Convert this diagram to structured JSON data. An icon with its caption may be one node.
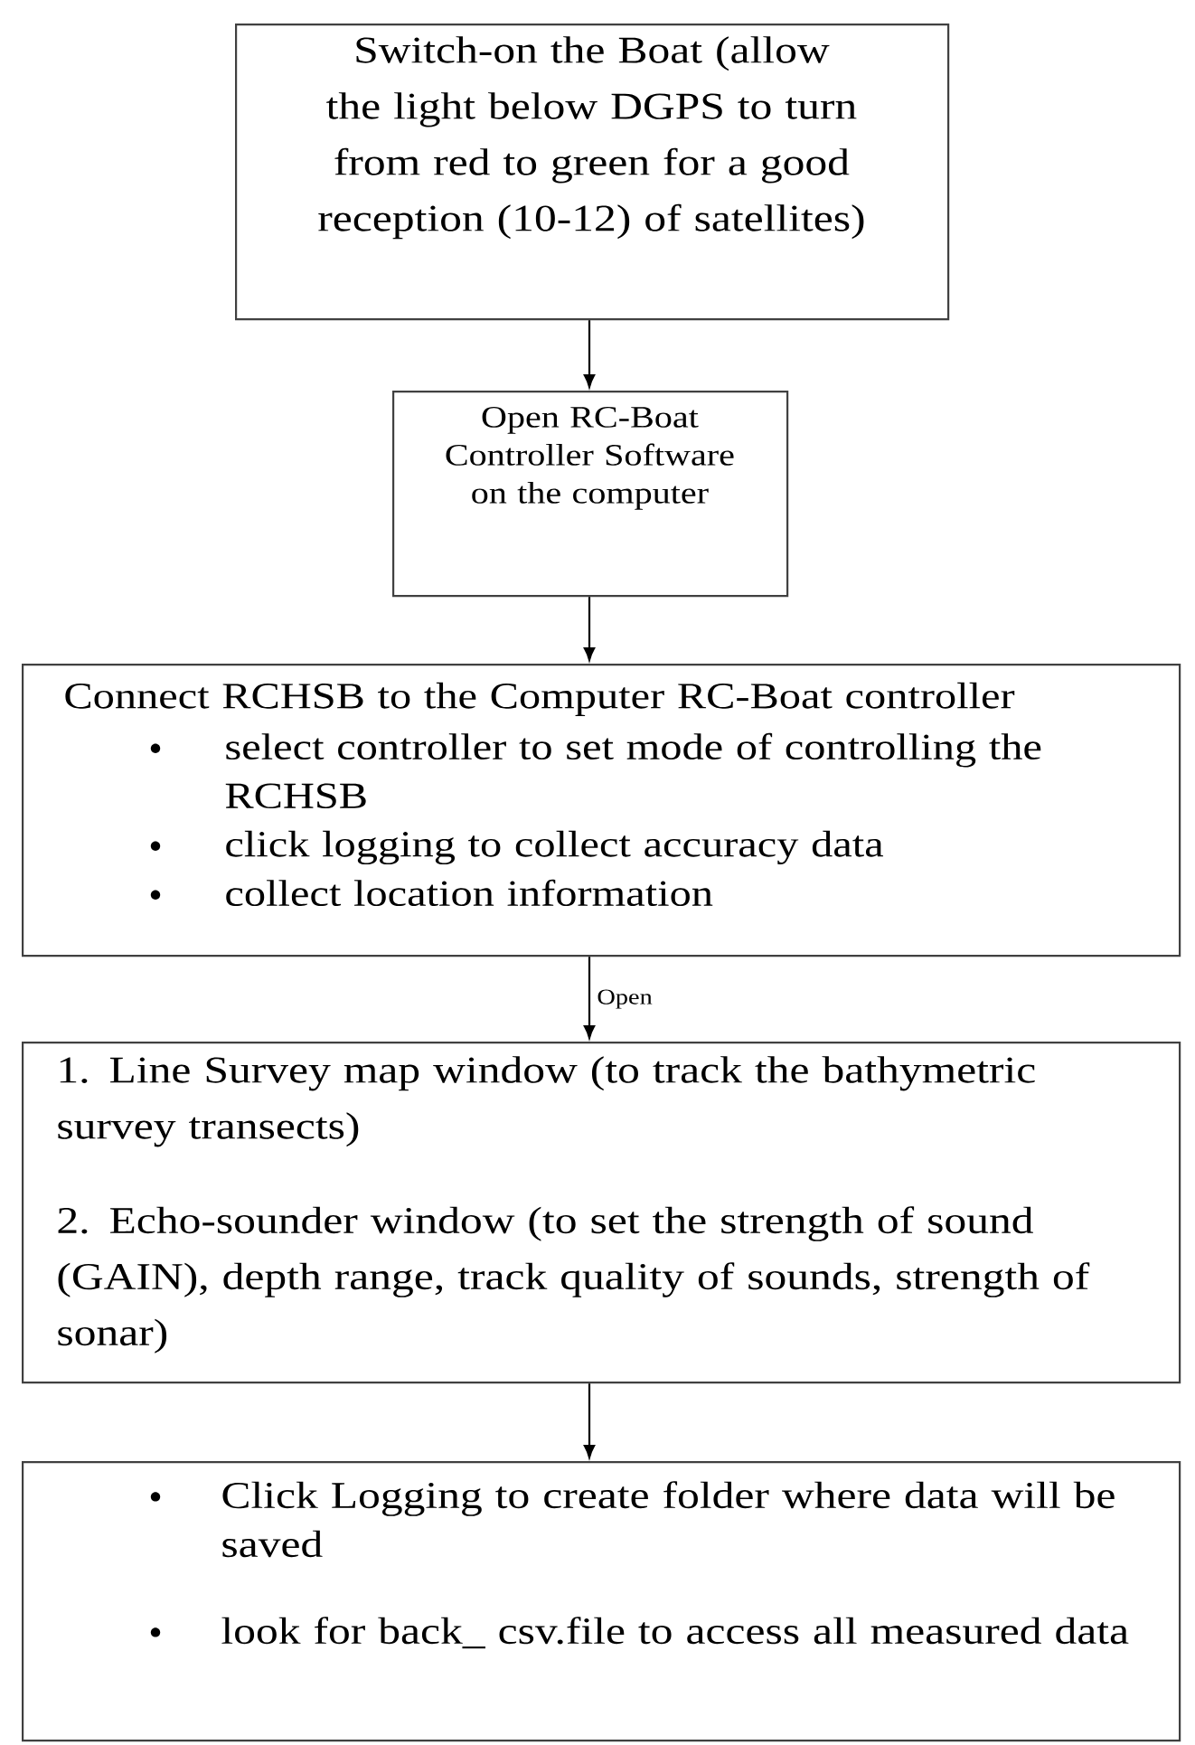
{
  "diagram": {
    "nodes": [
      {
        "text": [
          "Switch-on the Boat (allow the light below DGPS to turn from red to green for a good reception (10-12) of satellites)"
        ]
      },
      {
        "text": [
          "Open RC-Boat Controller Software on the computer"
        ]
      },
      {
        "text": [
          "Connect RCHSB to the Computer RC-Boat controller",
          "select controller to set mode of controlling the RCHSB",
          "click logging to collect accuracy data",
          "collect location information"
        ]
      },
      {
        "text": [
          "1. Line Survey map window (to track the bathymetric survey transects)",
          "2. Echo-sounder window (to set the strength of sound (GAIN), depth range, track quality of sounds, strength of sonar)"
        ]
      },
      {
        "text": [
          "Click Logging to create folder where data will be saved",
          "look for back_ csv.file to access all measured data"
        ]
      }
    ],
    "edges": [
      {
        "from": 0,
        "to": 1,
        "arrow": "to"
      },
      {
        "from": 1,
        "to": 2,
        "arrow": "to"
      },
      {
        "from": 2,
        "to": 3,
        "arrow": "to",
        "label": "Open"
      },
      {
        "from": 3,
        "to": 4,
        "arrow": "to"
      }
    ]
  }
}
